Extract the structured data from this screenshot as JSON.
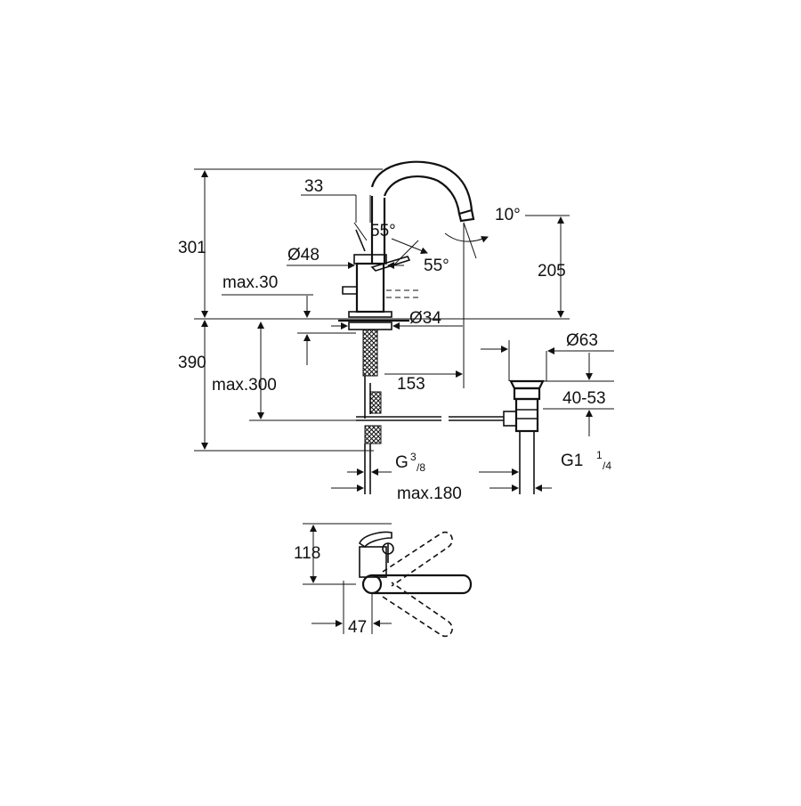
{
  "diagram": {
    "dimensions": {
      "d301": "301",
      "d390": "390",
      "d33": "33",
      "d48": "Ø48",
      "max30": "max.30",
      "max300": "max.300",
      "a55_top": "55°",
      "a55_right": "55°",
      "a10": "10°",
      "d205": "205",
      "d34": "Ø34",
      "d153": "153",
      "d63": "Ø63",
      "d40_53": "40-53",
      "g38_base": "G",
      "g38_sup": "3",
      "g38_sub": "/8",
      "g114_base": "G1",
      "g114_sup": "1",
      "g114_sub": "/4",
      "max180": "max.180",
      "d118": "118",
      "d47": "47"
    },
    "colors": {
      "line": "#111111",
      "background": "#ffffff",
      "hatch": "#111111"
    }
  }
}
